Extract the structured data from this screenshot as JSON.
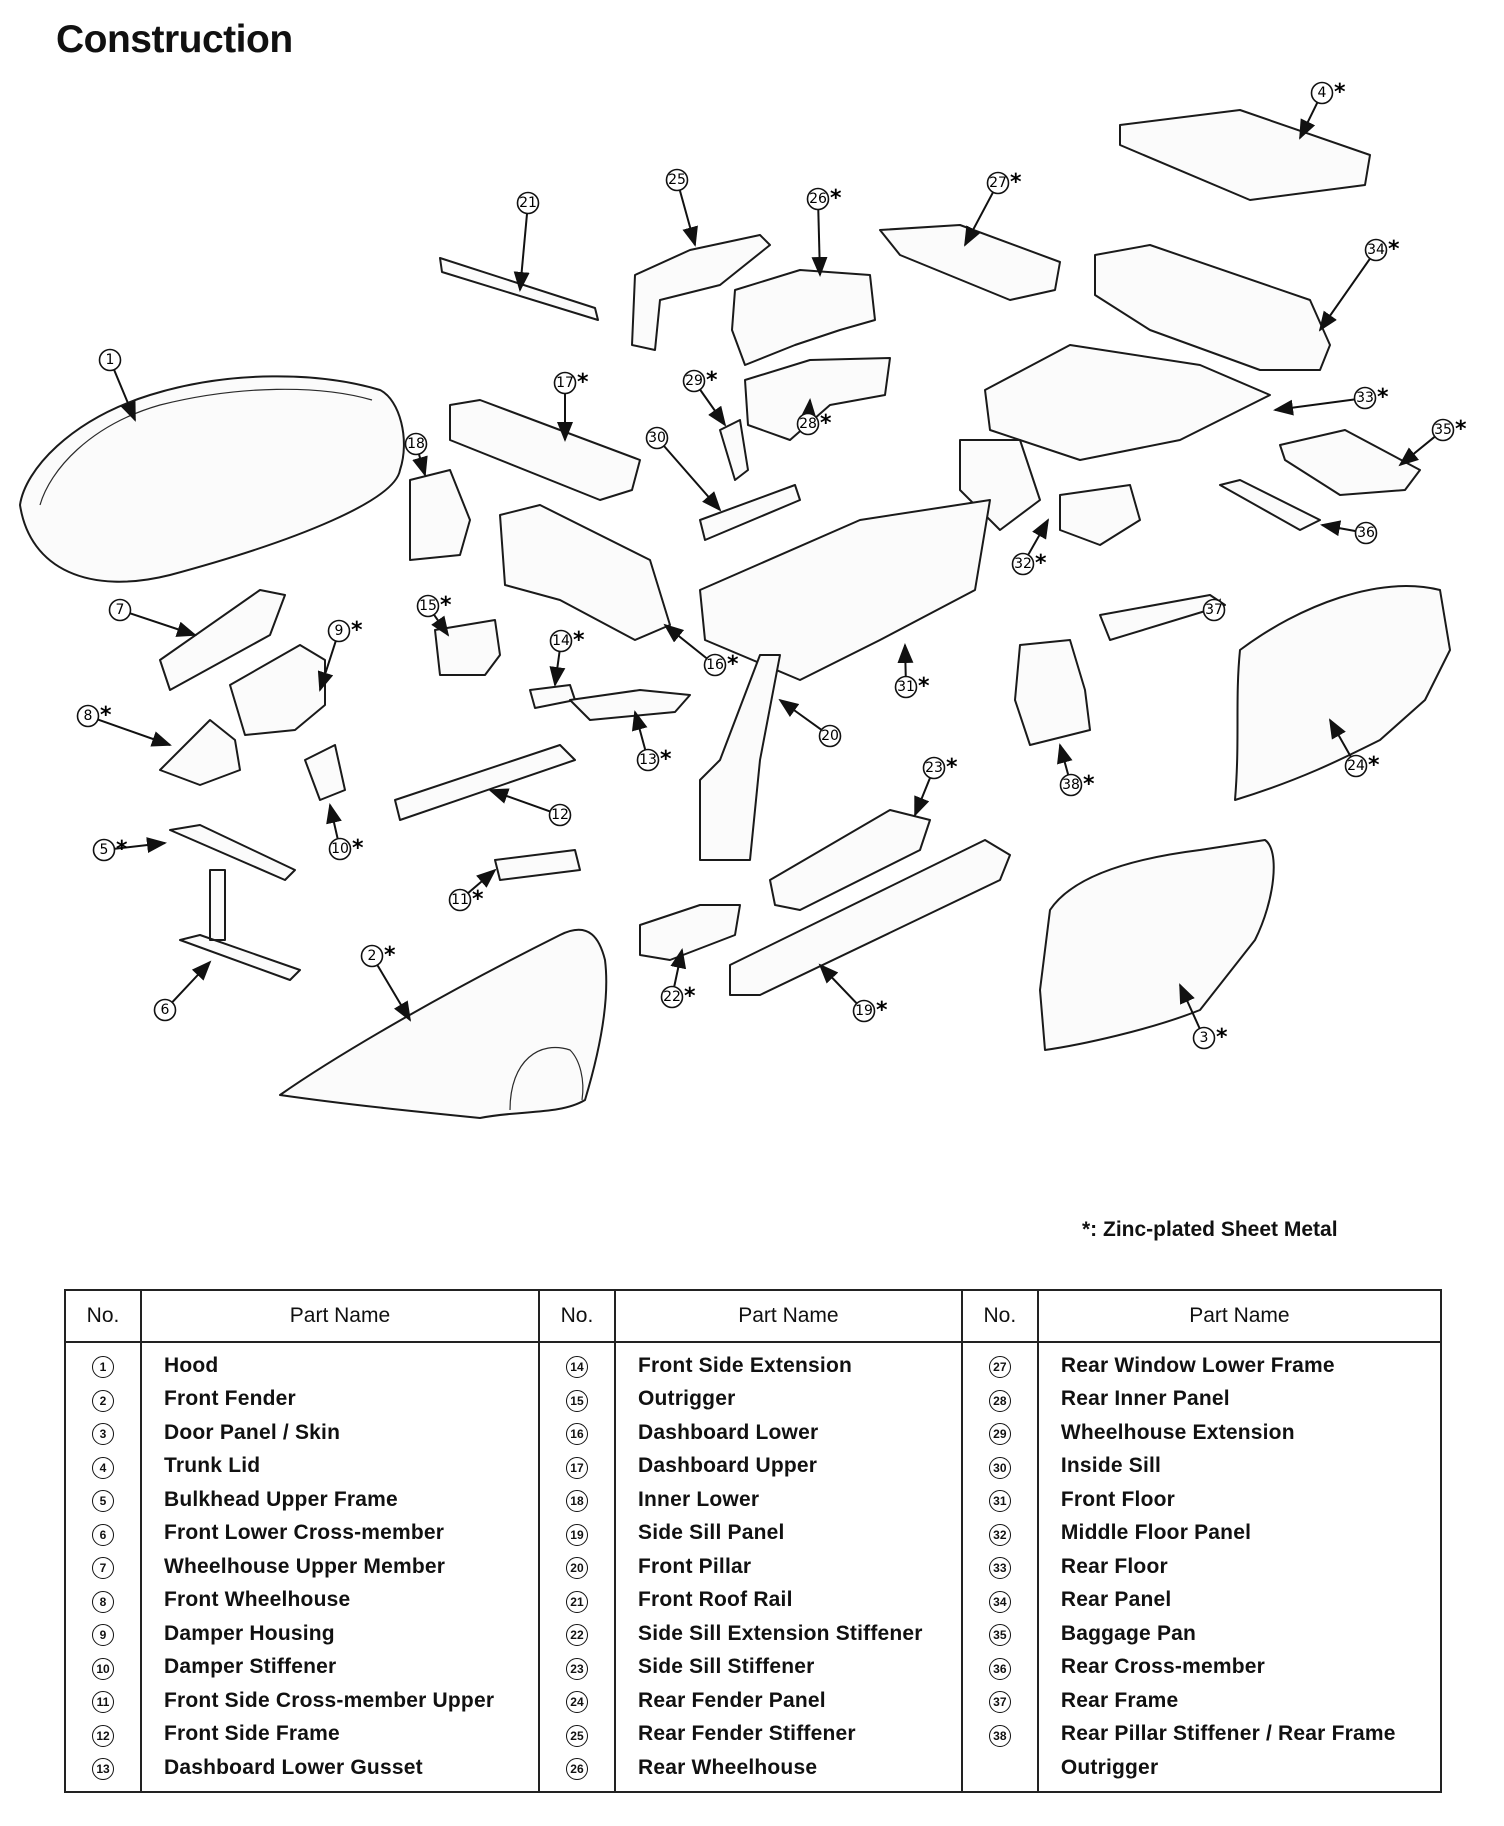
{
  "title": "Construction",
  "legend": "*: Zinc-plated Sheet Metal",
  "table": {
    "headers": [
      "No.",
      "Part Name",
      "No.",
      "Part Name",
      "No.",
      "Part Name"
    ]
  },
  "parts": [
    {
      "no": "1",
      "name": "Hood"
    },
    {
      "no": "2",
      "name": "Front Fender"
    },
    {
      "no": "3",
      "name": "Door Panel / Skin"
    },
    {
      "no": "4",
      "name": "Trunk Lid"
    },
    {
      "no": "5",
      "name": "Bulkhead Upper Frame"
    },
    {
      "no": "6",
      "name": "Front Lower Cross-member"
    },
    {
      "no": "7",
      "name": "Wheelhouse Upper Member"
    },
    {
      "no": "8",
      "name": "Front Wheelhouse"
    },
    {
      "no": "9",
      "name": "Damper Housing"
    },
    {
      "no": "10",
      "name": "Damper Stiffener"
    },
    {
      "no": "11",
      "name": "Front Side Cross-member Upper"
    },
    {
      "no": "12",
      "name": "Front Side Frame"
    },
    {
      "no": "13",
      "name": "Dashboard Lower Gusset"
    },
    {
      "no": "14",
      "name": "Front Side Extension"
    },
    {
      "no": "15",
      "name": "Outrigger"
    },
    {
      "no": "16",
      "name": "Dashboard Lower"
    },
    {
      "no": "17",
      "name": "Dashboard Upper"
    },
    {
      "no": "18",
      "name": "Inner Lower"
    },
    {
      "no": "19",
      "name": "Side Sill Panel"
    },
    {
      "no": "20",
      "name": "Front Pillar"
    },
    {
      "no": "21",
      "name": "Front Roof Rail"
    },
    {
      "no": "22",
      "name": "Side Sill Extension Stiffener"
    },
    {
      "no": "23",
      "name": "Side Sill Stiffener"
    },
    {
      "no": "24",
      "name": "Rear Fender Panel"
    },
    {
      "no": "25",
      "name": "Rear Fender Stiffener"
    },
    {
      "no": "26",
      "name": "Rear Wheelhouse"
    },
    {
      "no": "27",
      "name": "Rear Window Lower Frame"
    },
    {
      "no": "28",
      "name": "Rear Inner Panel"
    },
    {
      "no": "29",
      "name": "Wheelhouse Extension"
    },
    {
      "no": "30",
      "name": "Inside Sill"
    },
    {
      "no": "31",
      "name": "Front Floor"
    },
    {
      "no": "32",
      "name": "Middle Floor Panel"
    },
    {
      "no": "33",
      "name": "Rear Floor"
    },
    {
      "no": "34",
      "name": "Rear Panel"
    },
    {
      "no": "35",
      "name": "Baggage Pan"
    },
    {
      "no": "36",
      "name": "Rear Cross-member"
    },
    {
      "no": "37",
      "name": "Rear Frame"
    },
    {
      "no": "38",
      "name": "Rear Pillar Stiffener / Rear Frame"
    },
    {
      "no": "",
      "name": "Outrigger"
    }
  ],
  "callouts": [
    {
      "no": "1",
      "zinc": false
    },
    {
      "no": "2",
      "zinc": true
    },
    {
      "no": "3",
      "zinc": true
    },
    {
      "no": "4",
      "zinc": true
    },
    {
      "no": "5",
      "zinc": true
    },
    {
      "no": "6",
      "zinc": false
    },
    {
      "no": "7",
      "zinc": false
    },
    {
      "no": "8",
      "zinc": true
    },
    {
      "no": "9",
      "zinc": true
    },
    {
      "no": "10",
      "zinc": true
    },
    {
      "no": "11",
      "zinc": true
    },
    {
      "no": "12",
      "zinc": false
    },
    {
      "no": "13",
      "zinc": true
    },
    {
      "no": "14",
      "zinc": true
    },
    {
      "no": "15",
      "zinc": true
    },
    {
      "no": "16",
      "zinc": true
    },
    {
      "no": "17",
      "zinc": true
    },
    {
      "no": "18",
      "zinc": false
    },
    {
      "no": "19",
      "zinc": true
    },
    {
      "no": "20",
      "zinc": false
    },
    {
      "no": "21",
      "zinc": false
    },
    {
      "no": "22",
      "zinc": true
    },
    {
      "no": "23",
      "zinc": true
    },
    {
      "no": "24",
      "zinc": true
    },
    {
      "no": "25",
      "zinc": false
    },
    {
      "no": "26",
      "zinc": true
    },
    {
      "no": "27",
      "zinc": true
    },
    {
      "no": "28",
      "zinc": true
    },
    {
      "no": "29",
      "zinc": true
    },
    {
      "no": "30",
      "zinc": false
    },
    {
      "no": "31",
      "zinc": true
    },
    {
      "no": "32",
      "zinc": true
    },
    {
      "no": "33",
      "zinc": true
    },
    {
      "no": "34",
      "zinc": true
    },
    {
      "no": "35",
      "zinc": true
    },
    {
      "no": "36",
      "zinc": false
    },
    {
      "no": "37",
      "zinc": false
    },
    {
      "no": "38",
      "zinc": true
    }
  ]
}
